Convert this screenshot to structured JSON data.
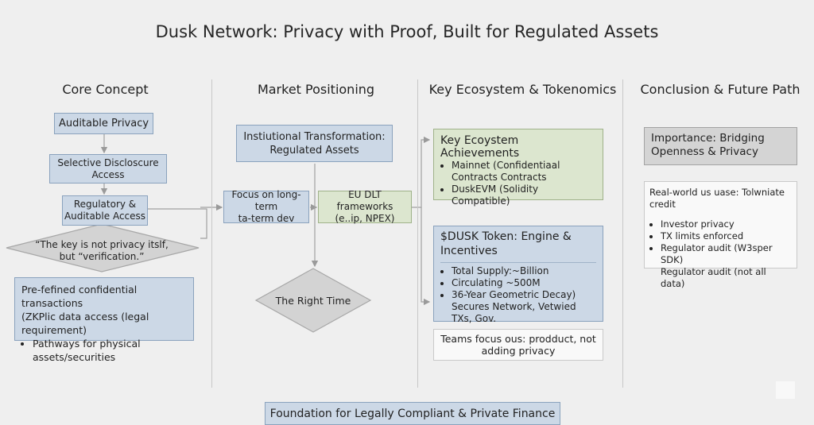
{
  "title": "Dusk Network: Privacy with Proof, Built for Regulated Assets",
  "columns": {
    "core": "Core Concept",
    "market": "Market Positioning",
    "ecosystem": "Key Ecosystem & Tokenomics",
    "conclusion": "Conclusion & Future Path"
  },
  "core": {
    "auditable_privacy": "Auditable Privacy",
    "selective": "Selective Discloscure Access",
    "regulatory": "Regulatory & Auditable Access",
    "key_quote_line1": "“The key is not privacy itslf,",
    "key_quote_line2": "but “verification.”",
    "predefined_line1": "Pre-fefined confidential transactions",
    "predefined_line2": "(ZKPlic data access (legal requirement)",
    "predefined_bullet": "Pathways for physical assets/securities"
  },
  "market": {
    "institutional_line1": "Instiutional Transformation:",
    "institutional_line2": "Regulated Assets",
    "focus_line1": "Focus on long-term",
    "focus_line2": "ta-term dev",
    "eu_line1": "EU DLT frameworks",
    "eu_line2": "(e..ip, NPEX)",
    "right_time": "The Right Time"
  },
  "ecosystem": {
    "achievements_title": "Key Ecoystem Achievements",
    "achievements_items": [
      "Mainnet (Confidentiaal Contracts Contracts",
      "DuskEVM (Solidity Compatible)"
    ],
    "token_title": "$DUSK Token: Engine & Incentives",
    "token_items": [
      "Total Supply:~Billion",
      "Circulating ~500M",
      "36-Year Geometric Decay)"
    ],
    "token_extra": "Secures Network, Vetwied TXs, Gov.",
    "teams_line1": "Teams focus ous: prodduct, not",
    "teams_line2": "adding privacy"
  },
  "conclusion": {
    "importance": "Importance: Bridging Openness & Privacy",
    "realworld": "Real-world us uase: Tolwniate credit",
    "items": [
      "Investor privacy",
      "TX limits enforced",
      "Regulator audit (W3sper SDK)"
    ],
    "extra": "Regulator audit (not all data)"
  },
  "footer": "Foundation for Legally Compliant & Private Finance"
}
